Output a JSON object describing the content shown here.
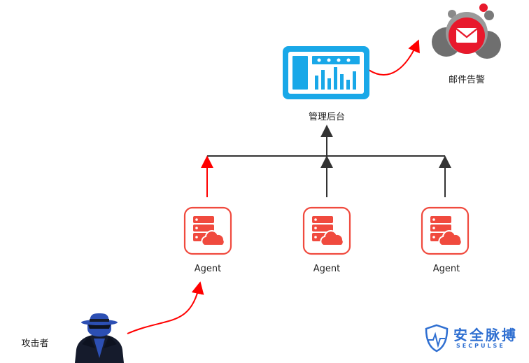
{
  "nodes": {
    "admin": {
      "label": "管理后台",
      "icon": "dashboard-icon"
    },
    "email": {
      "label": "邮件告警",
      "icon": "envelope-icon"
    },
    "agents": [
      {
        "label": "Agent",
        "icon": "server-cloud-icon"
      },
      {
        "label": "Agent",
        "icon": "server-cloud-icon"
      },
      {
        "label": "Agent",
        "icon": "server-cloud-icon"
      }
    ],
    "attacker": {
      "label": "攻击者",
      "icon": "hacker-icon"
    }
  },
  "brand": {
    "name": "安全脉搏",
    "subtitle": "SECPULSE",
    "icon": "shield-pulse-icon"
  },
  "colors": {
    "alert": "#ff0000",
    "normal": "#333333",
    "agent": "#f04a3e",
    "admin": "#19a8e8",
    "mail": "#e8192c",
    "brand": "#2f6fd1"
  }
}
